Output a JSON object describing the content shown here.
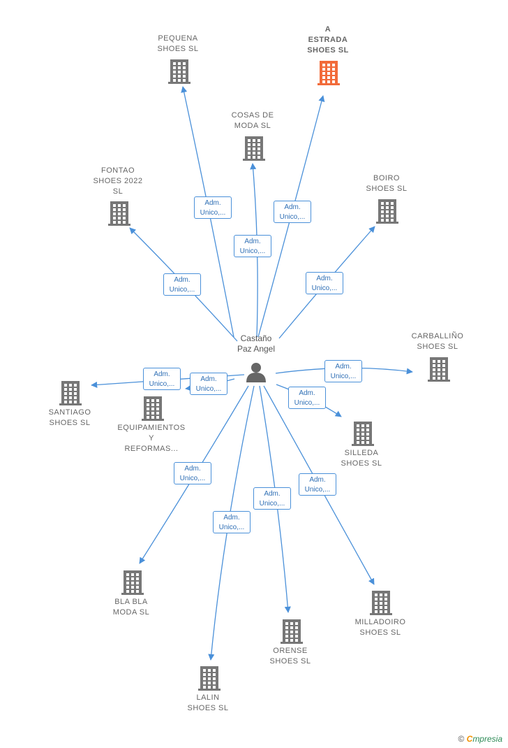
{
  "colors": {
    "edge": "#4a90d9",
    "building": "#777777",
    "highlight": "#f26b3a",
    "person": "#666666"
  },
  "center": {
    "name": "Castaño\nPaz Angel"
  },
  "edge_label": "Adm.\nUnico,...",
  "nodes": [
    {
      "id": "pequena",
      "name": "PEQUENA\nSHOES  SL",
      "highlight": false
    },
    {
      "id": "a-estrada",
      "name": "A\nESTRADA\nSHOES  SL",
      "highlight": true
    },
    {
      "id": "cosas-de-moda",
      "name": "COSAS DE\nMODA  SL",
      "highlight": false
    },
    {
      "id": "fontao",
      "name": "FONTAO\nSHOES 2022\nSL",
      "highlight": false
    },
    {
      "id": "boiro",
      "name": "BOIRO\nSHOES  SL",
      "highlight": false
    },
    {
      "id": "carballino",
      "name": "CARBALLIÑO\nSHOES  SL",
      "highlight": false
    },
    {
      "id": "santiago",
      "name": "SANTIAGO\nSHOES  SL",
      "highlight": false
    },
    {
      "id": "equipamientos",
      "name": "EQUIPAMIENTOS\nY\nREFORMAS...",
      "highlight": false
    },
    {
      "id": "silleda",
      "name": "SILLEDA\nSHOES  SL",
      "highlight": false
    },
    {
      "id": "bla-bla",
      "name": "BLA BLA\nMODA  SL",
      "highlight": false
    },
    {
      "id": "milladoiro",
      "name": "MILLADOIRO\nSHOES  SL",
      "highlight": false
    },
    {
      "id": "orense",
      "name": "ORENSE\nSHOES  SL",
      "highlight": false
    },
    {
      "id": "lalin",
      "name": "LALIN\nSHOES  SL",
      "highlight": false
    }
  ],
  "footer": {
    "copyright": "©",
    "brand_first": "C",
    "brand_rest": "mpresia"
  }
}
